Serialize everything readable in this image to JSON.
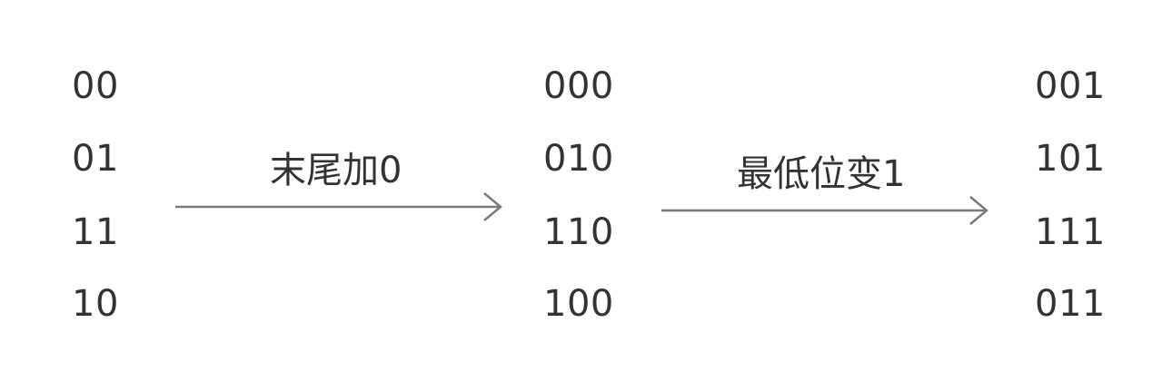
{
  "columns": [
    {
      "codes": [
        "00",
        "01",
        "11",
        "10"
      ]
    },
    {
      "codes": [
        "000",
        "010",
        "110",
        "100"
      ]
    },
    {
      "codes": [
        "001",
        "101",
        "111",
        "011"
      ]
    }
  ],
  "steps": [
    {
      "label": "末尾加0"
    },
    {
      "label": "最低位变1"
    }
  ],
  "colors": {
    "text": "#333333",
    "arrow": "#7a7a7a",
    "background": "#ffffff"
  }
}
